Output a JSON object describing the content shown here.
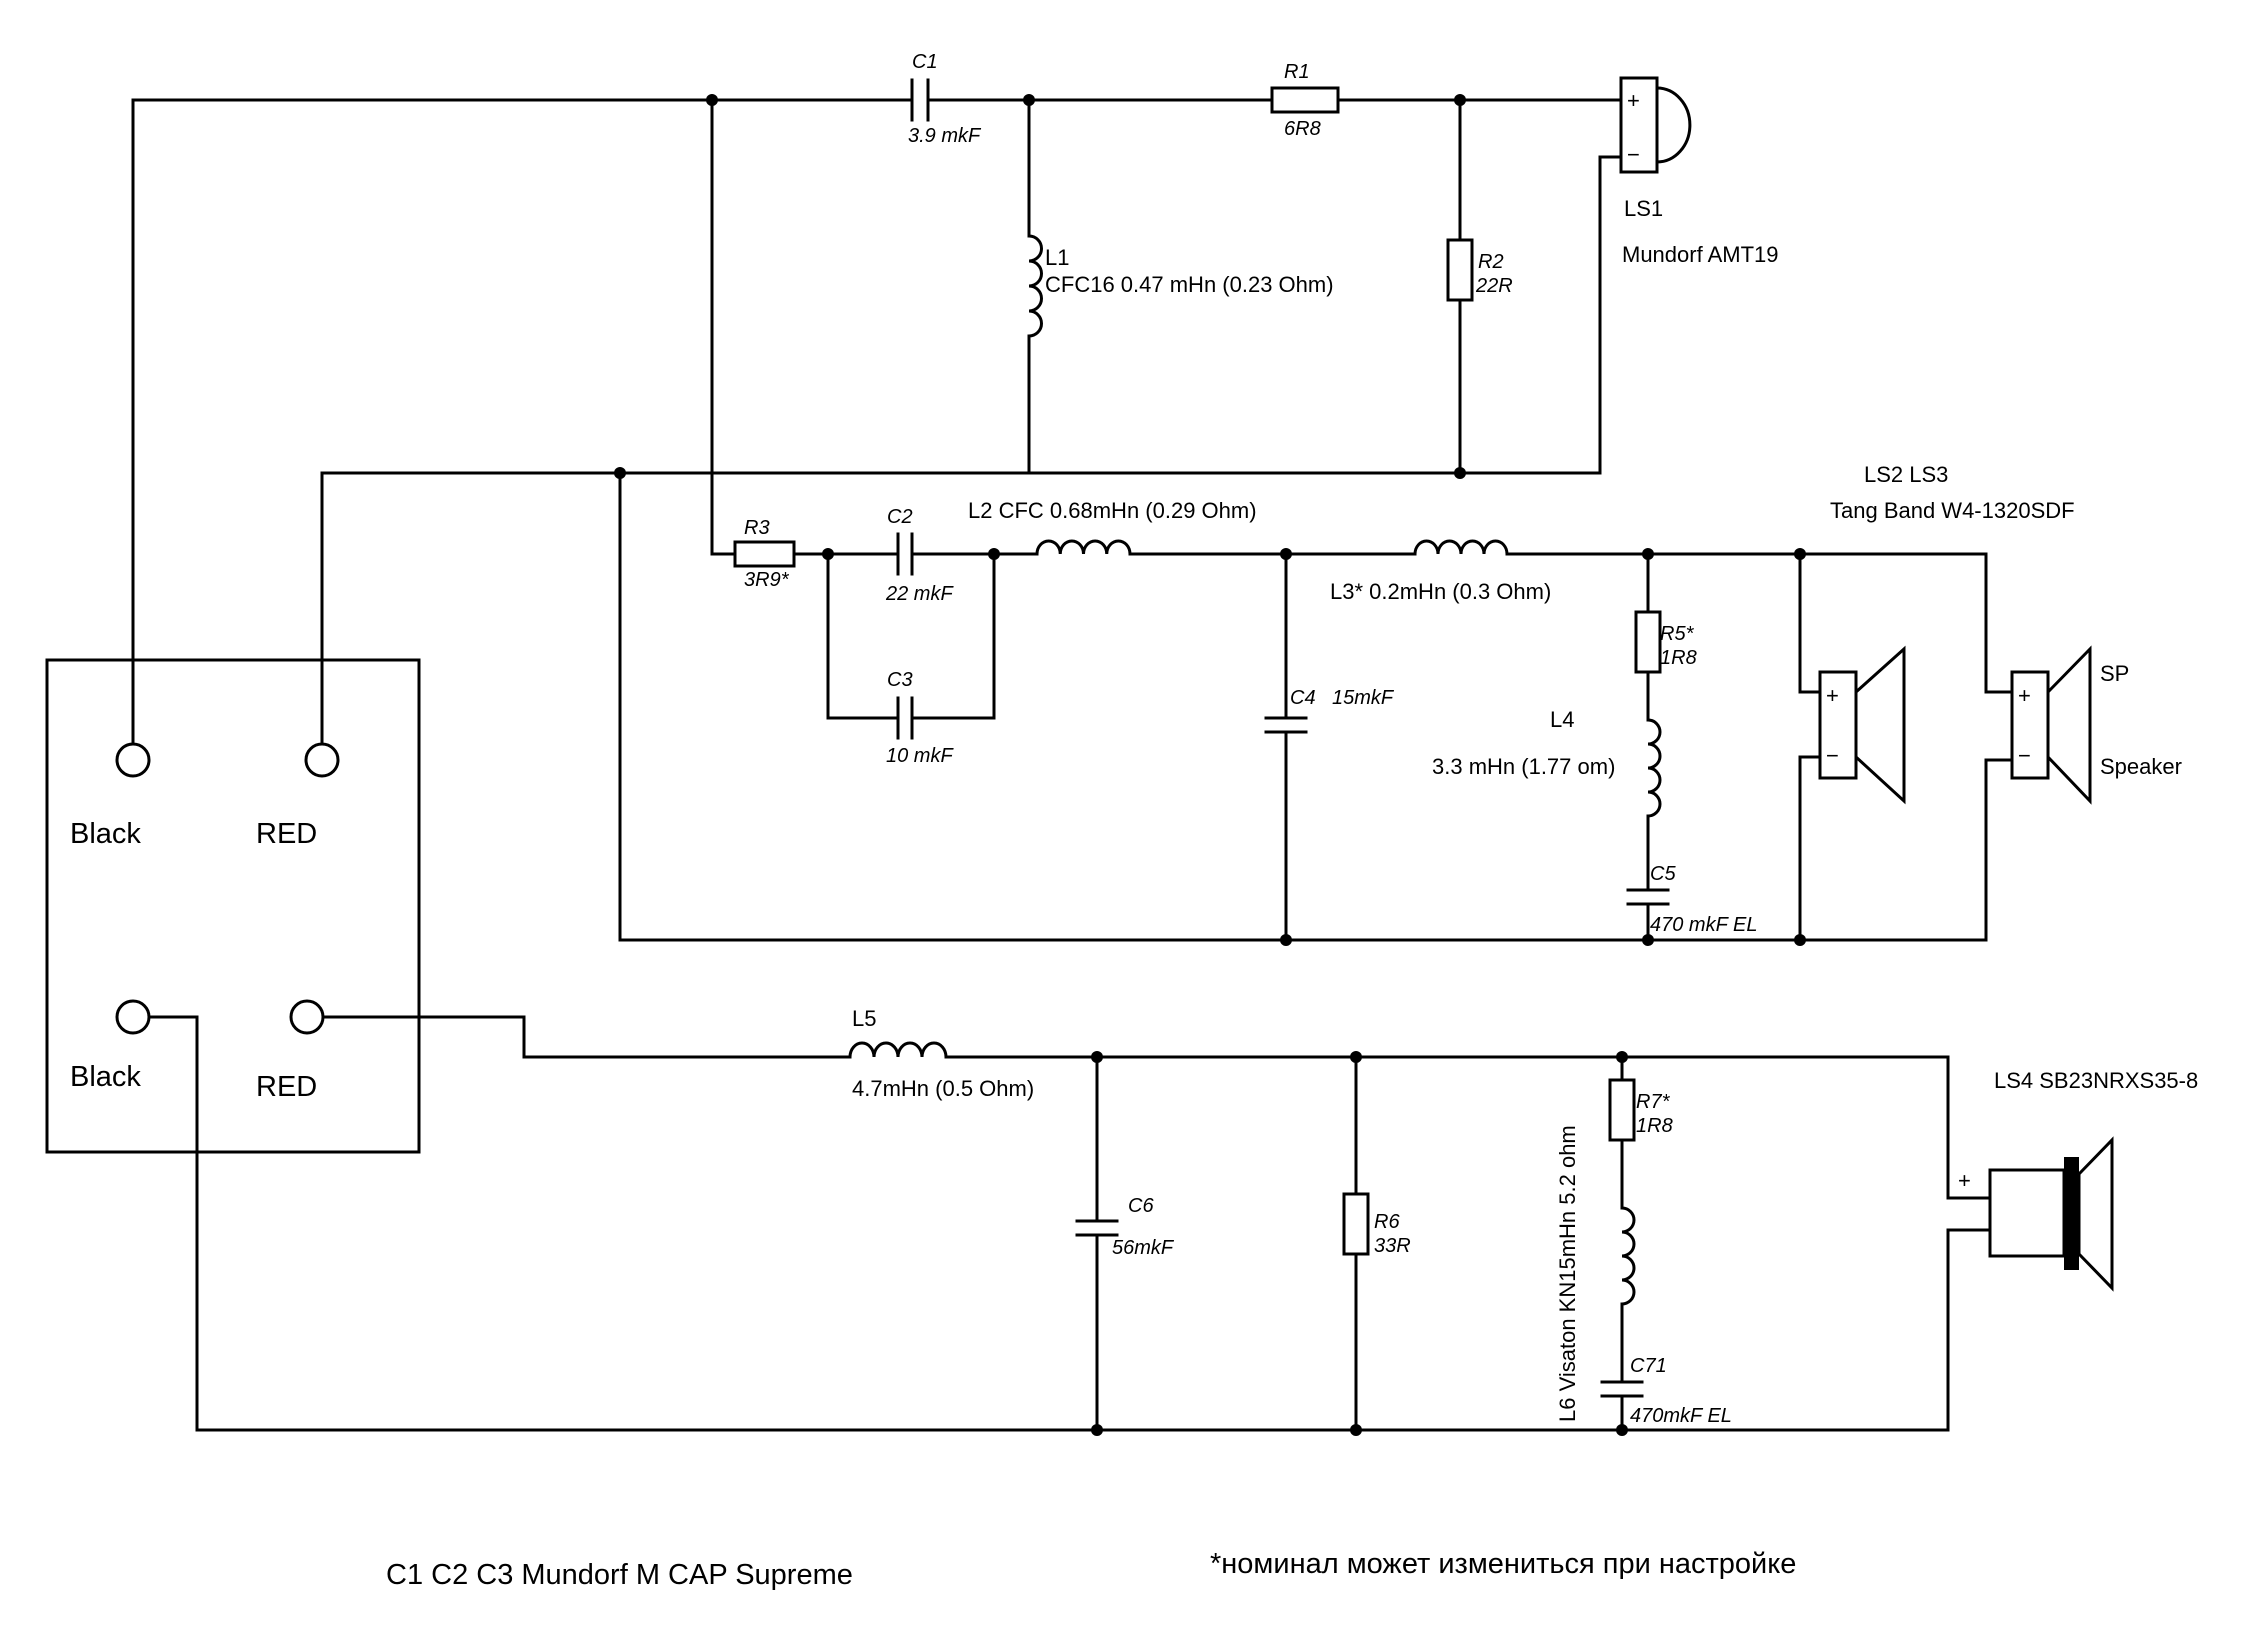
{
  "terminal_block": {
    "top_left": "Black",
    "top_right": "RED",
    "bottom_left": "Black",
    "bottom_right": "RED"
  },
  "tweeter": {
    "c1": {
      "ref": "C1",
      "value": "3.9 mkF"
    },
    "r1": {
      "ref": "R1",
      "value": "6R8"
    },
    "l1": {
      "ref": "L1",
      "value": "CFC16 0.47 mHn (0.23 Ohm)"
    },
    "r2": {
      "ref": "R2",
      "value": "22R"
    },
    "ls1": {
      "ref": "LS1",
      "model": "Mundorf AMT19"
    }
  },
  "midrange": {
    "r3": {
      "ref": "R3",
      "value": "3R9*"
    },
    "c2": {
      "ref": "C2",
      "value": "22 mkF"
    },
    "c3": {
      "ref": "C3",
      "value": "10 mkF"
    },
    "l2": "L2 CFC 0.68mHn (0.29  Ohm)",
    "c4": {
      "ref": "C4",
      "value": "15mkF"
    },
    "l3": "L3* 0.2mHn (0.3  Ohm)",
    "r5": {
      "ref": "R5*",
      "value": "1R8"
    },
    "l4": {
      "ref": "L4",
      "value": "3.3 mHn (1.77 om)"
    },
    "c5": {
      "ref": "C5",
      "value": "470 mkF EL"
    },
    "speakers_refs": "LS2 LS3",
    "speakers_model": "Tang Band W4-1320SDF",
    "sp_label": "SP",
    "speaker_label": "Speaker"
  },
  "woofer": {
    "l5": {
      "ref": "L5",
      "value": "4.7mHn (0.5 Ohm)"
    },
    "c6": {
      "ref": "C6",
      "value": "56mkF"
    },
    "r6": {
      "ref": "R6",
      "value": "33R"
    },
    "r7": {
      "ref": "R7*",
      "value": "1R8"
    },
    "l6": "L6  Visaton KN15mHn 5.2 ohm",
    "c71": {
      "ref": "C71",
      "value": "470mkF EL"
    },
    "ls4": "LS4  SB23NRXS35-8"
  },
  "pins": {
    "plus": "+",
    "minus": "−"
  },
  "notes": {
    "caps": "C1 C2 C3 Mundorf M CAP Supreme",
    "asterisk": "*номинал может измениться при настройке"
  }
}
